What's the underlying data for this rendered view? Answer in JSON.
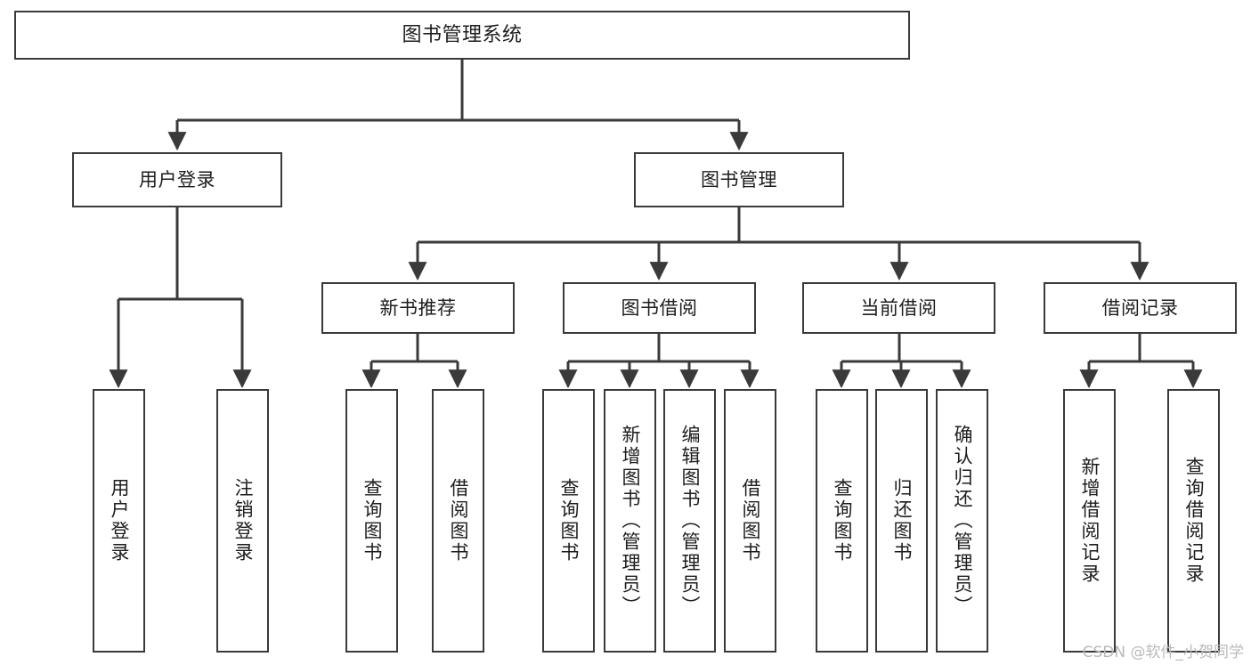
{
  "diagram": {
    "title": "图书管理系统",
    "watermark": "CSDN @软件_小贺同学",
    "line_color": "#3a3a3a",
    "box_border_color": "#3a3a3a",
    "box_fill_color": "#ffffff",
    "text_color": "#1d1d1d",
    "background": "#ffffff",
    "type": "tree-hierarchy",
    "levels": 4
  },
  "root": {
    "label": "图书管理系统"
  },
  "level2": [
    {
      "label": "用户登录"
    },
    {
      "label": "图书管理"
    }
  ],
  "level3": [
    {
      "label": "新书推荐"
    },
    {
      "label": "图书借阅"
    },
    {
      "label": "当前借阅"
    },
    {
      "label": "借阅记录"
    }
  ],
  "leaves": {
    "user_login": [
      {
        "label": "用户登录"
      },
      {
        "label": "注销登录"
      }
    ],
    "new_book_recommend": [
      {
        "label": "查询图书"
      },
      {
        "label": "借阅图书"
      }
    ],
    "book_borrow": [
      {
        "label": "查询图书"
      },
      {
        "label": "新增图书（管理员）"
      },
      {
        "label": "编辑图书（管理员）"
      },
      {
        "label": "借阅图书"
      }
    ],
    "current_borrow": [
      {
        "label": "查询图书"
      },
      {
        "label": "归还图书"
      },
      {
        "label": "确认归还（管理员）"
      }
    ],
    "borrow_record": [
      {
        "label": "新增借阅记录"
      },
      {
        "label": "查询借阅记录"
      }
    ]
  }
}
